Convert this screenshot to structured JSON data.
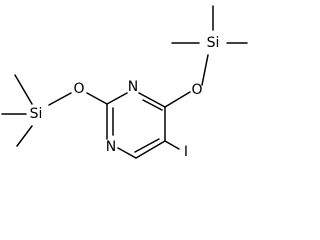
{
  "molecule": {
    "atoms": {
      "n1": "N",
      "n3": "N",
      "o_left": "O",
      "o_right": "O",
      "si_left": "Si",
      "si_right": "Si",
      "iodine": "I"
    }
  }
}
